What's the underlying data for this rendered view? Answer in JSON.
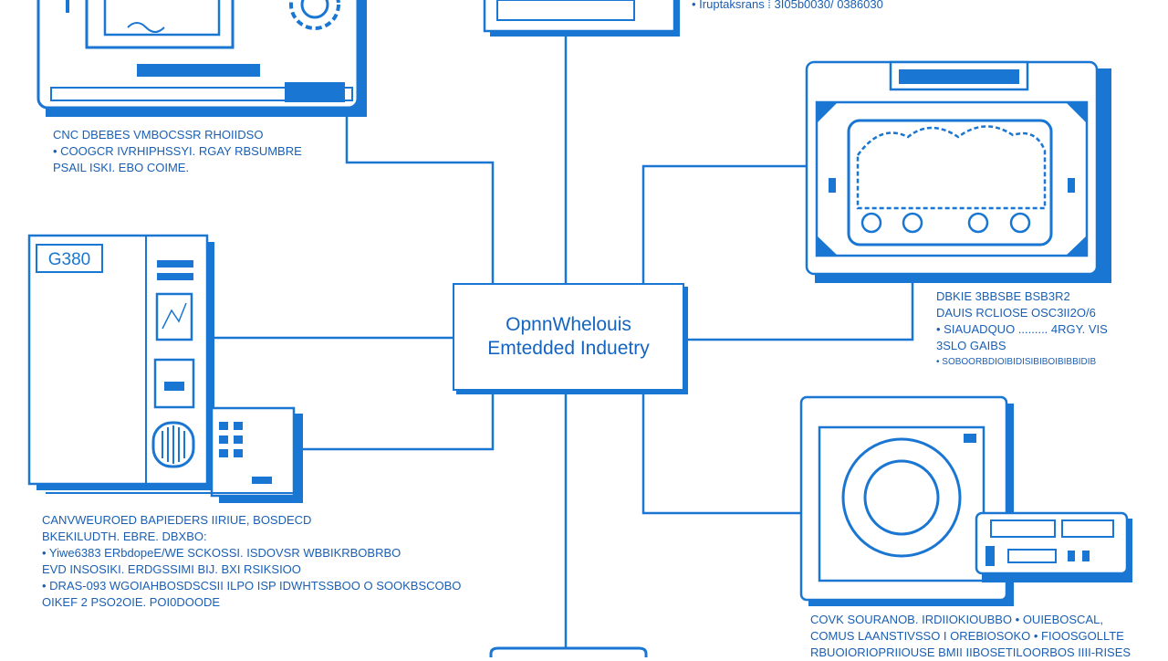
{
  "colors": {
    "stroke": "#1976d2",
    "fill": "#1976d2",
    "text": "#1a5fb4",
    "background": "#ffffff"
  },
  "hub": {
    "line1": "OpnnWhelouis",
    "line2": "Emtedded Induetry"
  },
  "top_label": {
    "line1": "• Iruptaksrans ⁞ 3I05b0030/ 0386030"
  },
  "cnc": {
    "title": "CNC",
    "lines": [
      "CNC  DBEBES VMBOCSSR RHOIIDSO",
      "• COOGCR IVRHIPHSSYI. RGAY RBSUMBRE",
      "PSAIL ISKI. EBO COIME."
    ]
  },
  "g380": {
    "screen_text": "G380",
    "lines": [
      "CANVWEUROED BAPIEDERS IIRIUE, BOSDECD",
      "BKEKILUDTH. EBRE. DBXBO:",
      "• Yiwe6383 ERbdopeE/WE SCKOSSI. ISDOVSR WBBIKRBOBRBO",
      "  EVD INSOSIKI. ERDGSSIMI BIJ. BXI RSIKSIOO",
      "• DRAS-093 WGOIAHBOSDSCSII ILPO ISP IDWHTSSBOO O SOOKBSCOBO",
      "OIKEF 2 PSO2OIE. POI0DOODE"
    ]
  },
  "mill": {
    "lines": [
      "DBKIE  3BBSBE BSB3R2",
      "DAUIS  RCLIOSE OSC3II2O/6",
      "• SIAUADQUO ......... 4RGY. VIS",
      "3SLO GAIBS",
      "• SOBOORBDIOIBIDISIBIBOIBIBBIDIB"
    ]
  },
  "washer": {
    "lines": [
      "COVK  SOURANOB. IRDIIOKIOUBBO • OUIEBOSCAL,",
      "COMUS  LAANSTIVSSO I OREBIOSOKO • FIOOSGOLLTE",
      "RBUOIORIOPRIIOUSE BMII  IIBOSETILOORBOS  IIII-RISES"
    ]
  }
}
